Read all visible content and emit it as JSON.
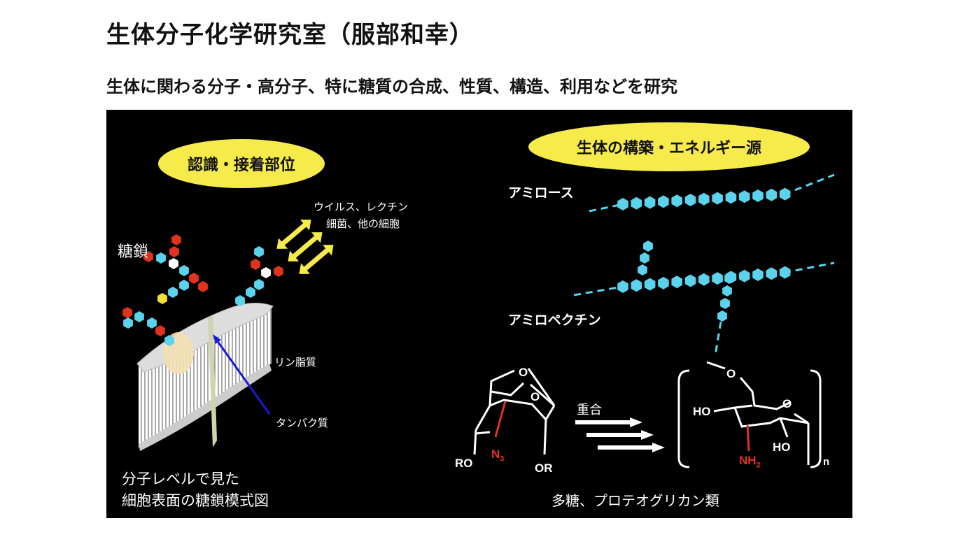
{
  "slide": {
    "title": "生体分子化学研究室（服部和幸）",
    "subtitle": "生体に関わる分子・高分子、特に糖質の合成、性質、構造、利用などを研究"
  },
  "left_panel": {
    "heading": "認識・接着部位",
    "sugar_chain_label": "糖鎖",
    "targets_line1": "ウイルス、レクチン",
    "targets_line2": "細菌、他の細胞",
    "phospholipid_label": "リン脂質",
    "protein_label": "タンパク質",
    "caption_line1": "分子レベルで見た",
    "caption_line2": "細胞表面の糖鎖模式図"
  },
  "right_panel": {
    "heading": "生体の構築・エネルギー源",
    "amylose_label": "アミロース",
    "amylopectin_label": "アミロペクチン",
    "polymerization_label": "重合",
    "caption": "多糖、プロテオグリカン類",
    "chem": {
      "o": "O",
      "ro": "RO",
      "or": "OR",
      "n3": "N",
      "n3_sub": "3",
      "ho1": "HO",
      "ho2": "HO",
      "nh2": "NH",
      "nh2_sub": "2",
      "n": "n"
    }
  },
  "colors": {
    "highlight": "#f6eb4a",
    "glucose": "#5bd3ec",
    "red_unit": "#e0321e",
    "yellow_unit": "#f2e032",
    "white_unit": "#ffffff",
    "amine": "#e0321e",
    "arrow_blue": "#1a1ad6"
  }
}
